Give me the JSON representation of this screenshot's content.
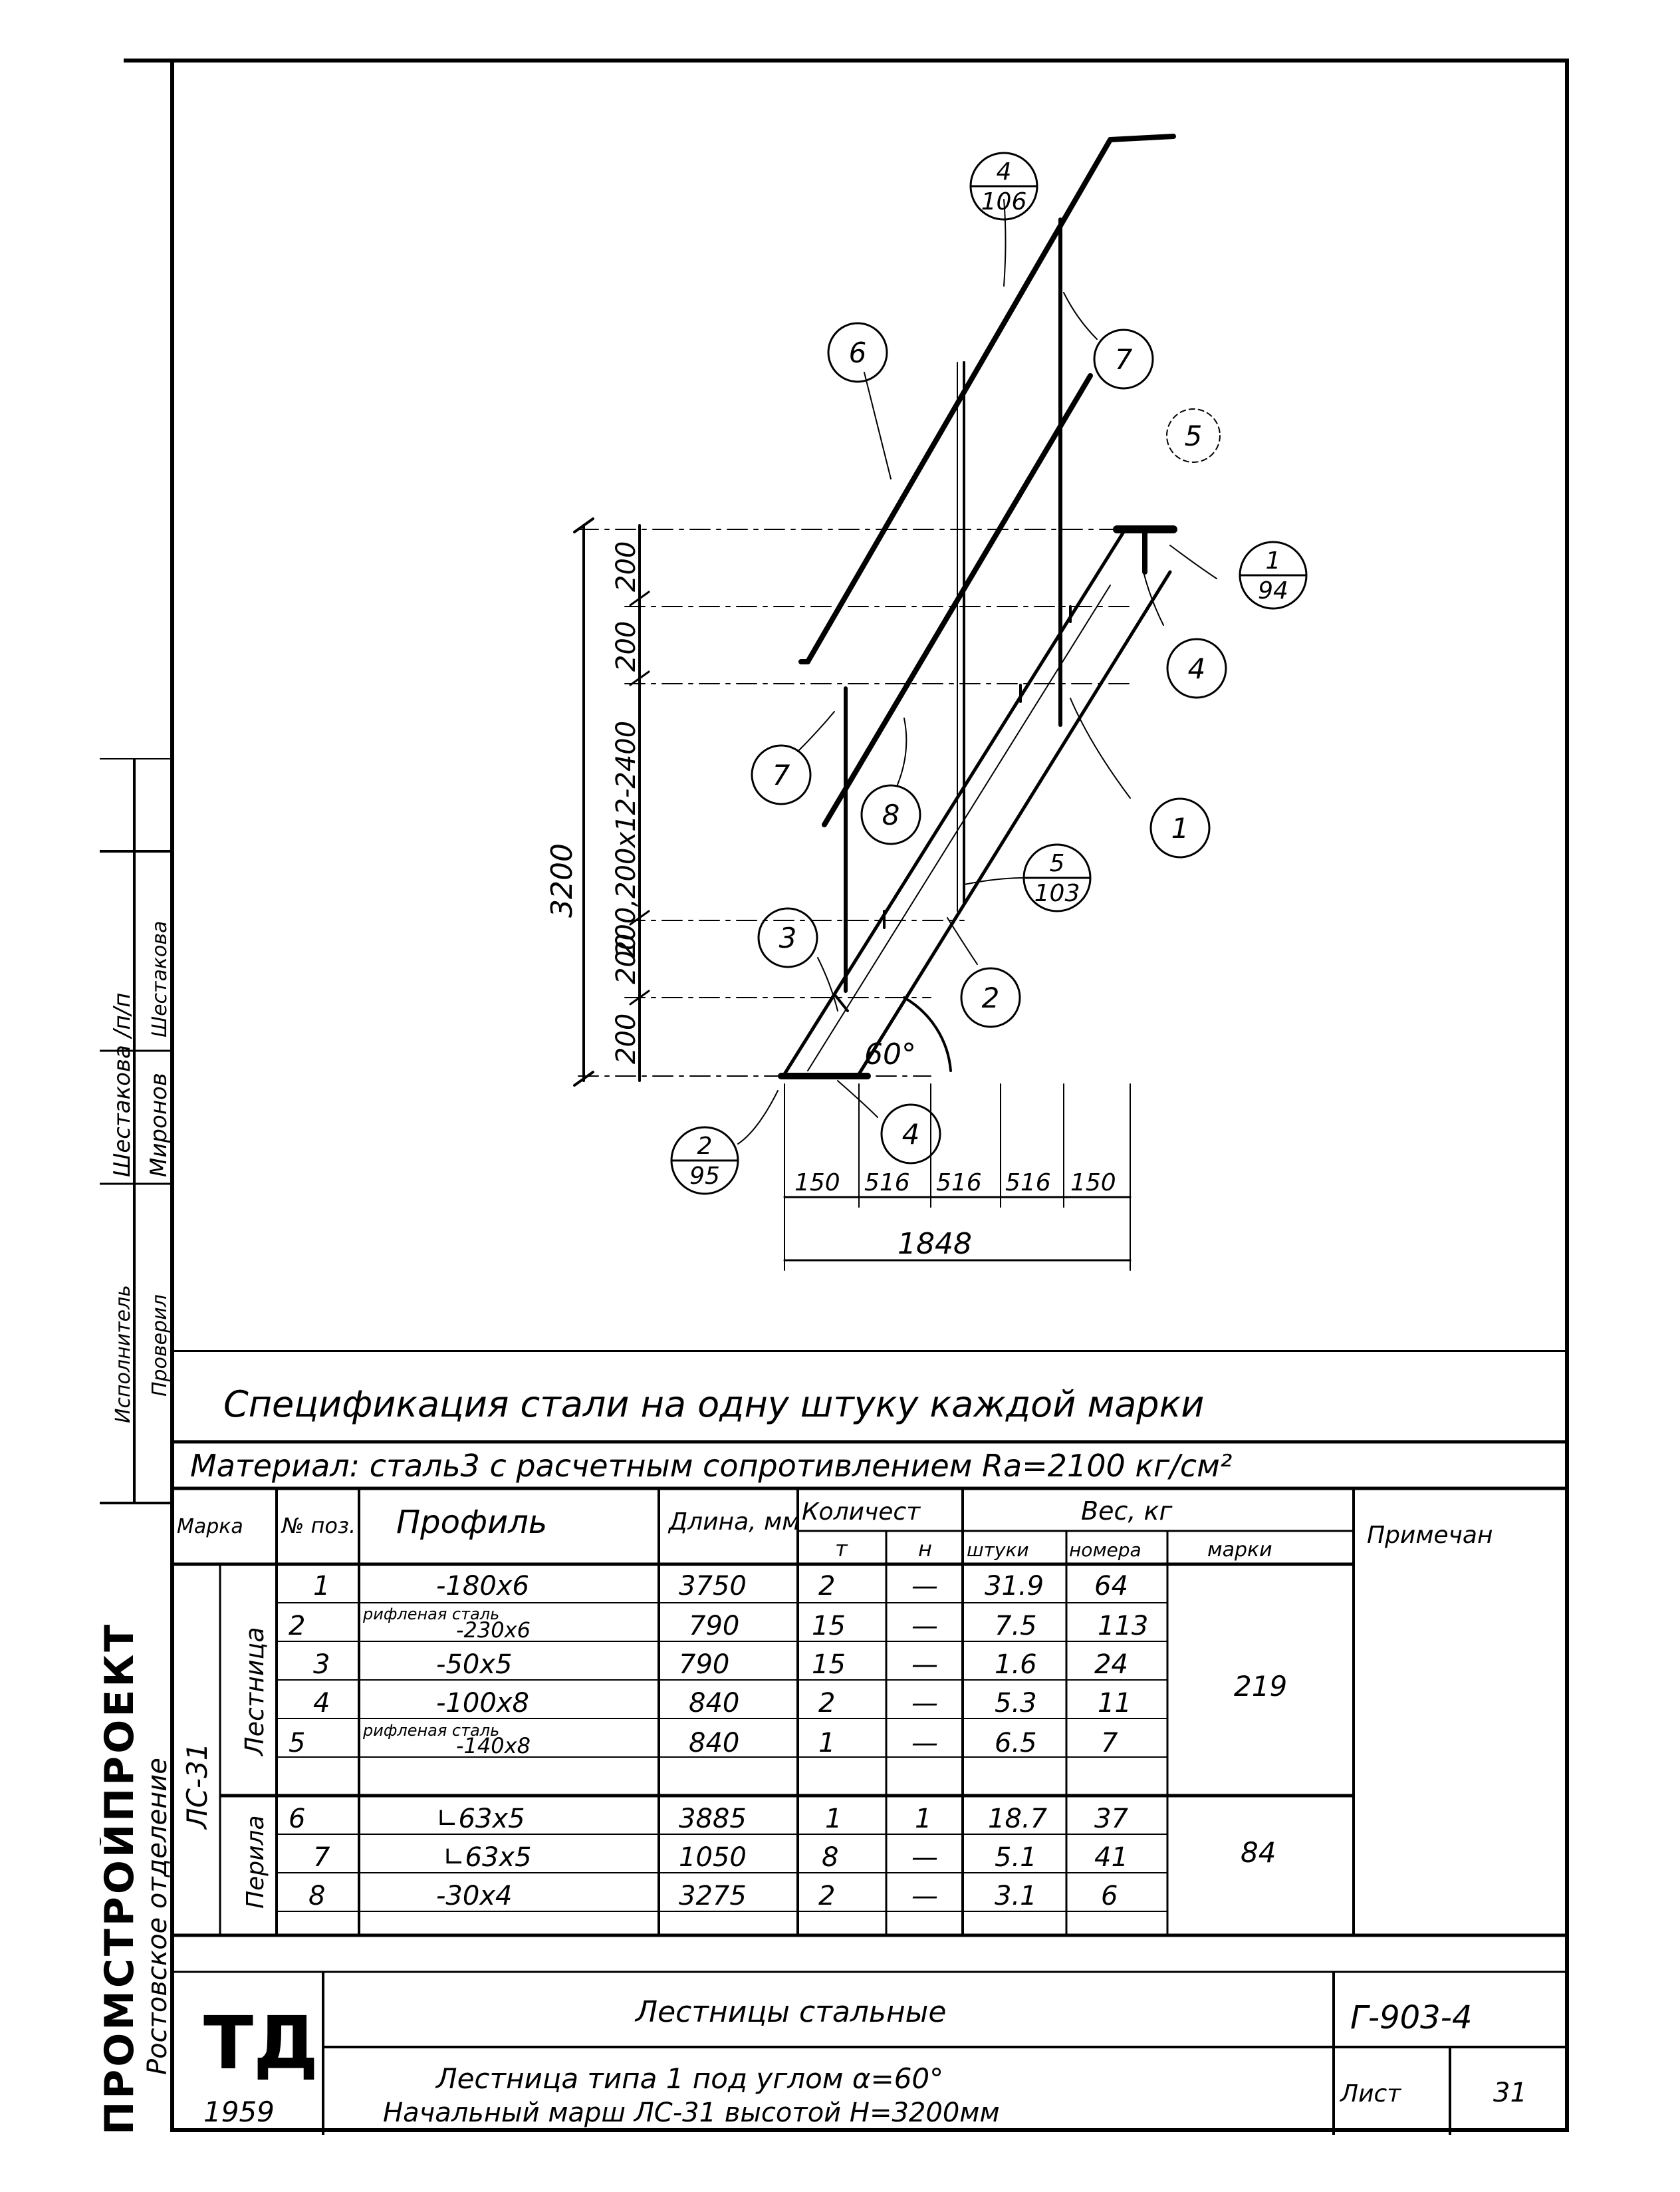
{
  "drawing": {
    "dimensions": {
      "total_height": "3200",
      "middle_height": "200,200x12-2400",
      "top_a": "200",
      "top_b": "200",
      "upper_200": "200",
      "lower_200": "200",
      "angle": "60°",
      "total_length": "1848",
      "bottom_segments": [
        "150",
        "516",
        "516",
        "516",
        "150"
      ]
    },
    "callouts": {
      "c1": "1",
      "c2": "2",
      "c3": "3",
      "c4a": "4",
      "c4b": "4",
      "c5": "5",
      "c6": "6",
      "c7a": "7",
      "c7b": "7",
      "c8": "8"
    },
    "refs": {
      "r4_106": {
        "top": "4",
        "bottom": "106"
      },
      "r1_94": {
        "top": "1",
        "bottom": "94"
      },
      "r5_103": {
        "top": "5",
        "bottom": "103"
      },
      "r2_95": {
        "top": "2",
        "bottom": "95"
      }
    }
  },
  "side_stamp": {
    "org": "ПРОМСТРОЙПРОЕКТ",
    "branch": "Ростовское отделение",
    "row1_role": "Исполнитель",
    "row1_name": "Шестакова",
    "row1_sign": "Шестакова",
    "row2_role": "Проверил",
    "row2_name": "Миронов",
    "row2_sign": "/п/п"
  },
  "spec": {
    "title": "Спецификация стали на одну штуку каждой марки",
    "material": "Материал: сталь3 с расчетным сопротивлением Rа=2100 кг/см²",
    "headers": {
      "mark": "Марка",
      "pos": "№ поз.",
      "profile": "Профиль",
      "length": "Длина, мм",
      "qty": "Количест",
      "qty_t": "т",
      "qty_n": "н",
      "weight": "Вес, кг",
      "w_piece": "штуки",
      "w_pos": "номера",
      "w_mark": "марки",
      "note": "Примечан"
    },
    "mark": "ЛС-31",
    "group1": "Лестница",
    "group2": "Перила",
    "group1_total": "219",
    "group2_total": "84",
    "rows": [
      {
        "pos": "1",
        "profile": "-180x6",
        "note_small": "",
        "length": "3750",
        "t": "2",
        "n": "—",
        "piece": "31.9",
        "pos_w": "64"
      },
      {
        "pos": "2",
        "profile": "-230x6",
        "note_small": "рифленая сталь",
        "length": "790",
        "t": "15",
        "n": "—",
        "piece": "7.5",
        "pos_w": "113"
      },
      {
        "pos": "3",
        "profile": "-50x5",
        "note_small": "",
        "length": "790",
        "t": "15",
        "n": "—",
        "piece": "1.6",
        "pos_w": "24"
      },
      {
        "pos": "4",
        "profile": "-100x8",
        "note_small": "",
        "length": "840",
        "t": "2",
        "n": "—",
        "piece": "5.3",
        "pos_w": "11"
      },
      {
        "pos": "5",
        "profile": "-140x8",
        "note_small": "рифленая сталь",
        "length": "840",
        "t": "1",
        "n": "—",
        "piece": "6.5",
        "pos_w": "7"
      },
      {
        "pos": "6",
        "profile": "∟63x5",
        "note_small": "",
        "length": "3885",
        "t": "1",
        "n": "1",
        "piece": "18.7",
        "pos_w": "37"
      },
      {
        "pos": "7",
        "profile": "∟63x5",
        "note_small": "",
        "length": "1050",
        "t": "8",
        "n": "—",
        "piece": "5.1",
        "pos_w": "41"
      },
      {
        "pos": "8",
        "profile": "-30x4",
        "note_small": "",
        "length": "3275",
        "t": "2",
        "n": "—",
        "piece": "3.1",
        "pos_w": "6"
      }
    ]
  },
  "title_block": {
    "logo": "ТД",
    "year": "1959",
    "line1": "Лестницы стальные",
    "line2a": "Лестница типа 1 под углом α=60°",
    "line2b": "Начальный марш ЛС-31 высотой H=3200мм",
    "code": "Г-903-4",
    "sheet_label": "Лист",
    "sheet_no": "31"
  }
}
